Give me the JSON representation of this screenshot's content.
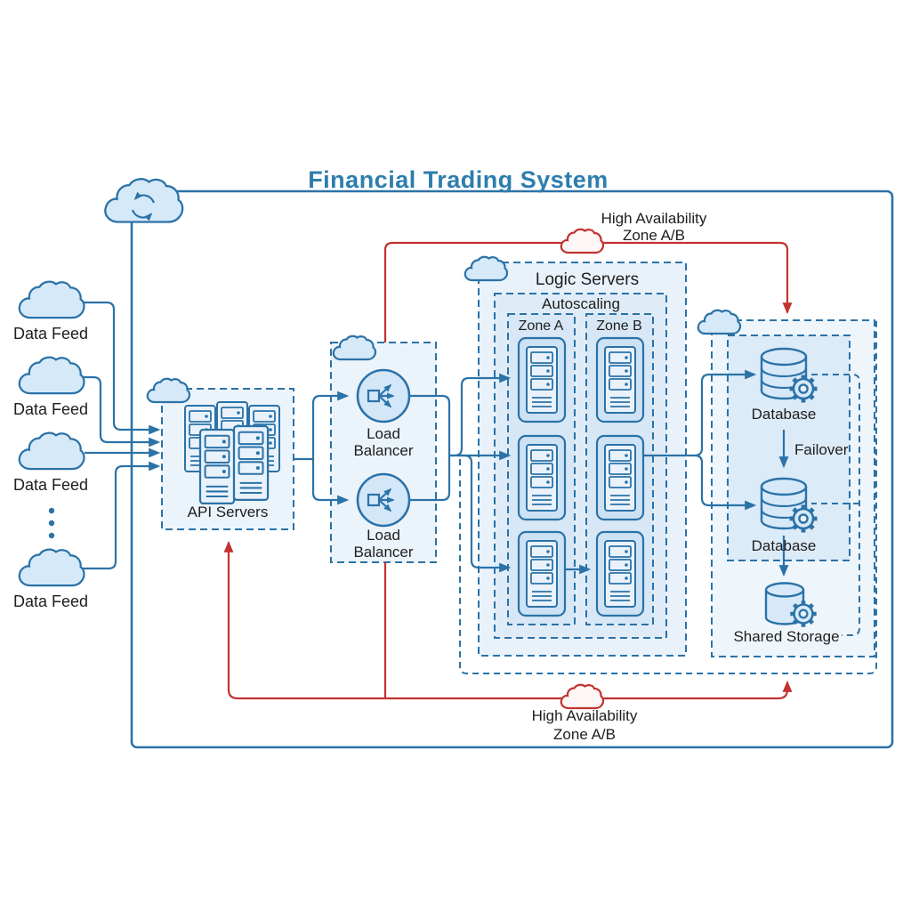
{
  "title": "Financial Trading System",
  "colors": {
    "line_blue": "#2b72a7",
    "line_red": "#c23330",
    "box_fill_light": "#ecf4fb",
    "box_fill_mid": "#dfecf8",
    "box_fill_deep": "#d7e7f6",
    "icon_fill": "#d7e9f9",
    "title_blue": "#2d7dad",
    "text": "#1e1e1e"
  },
  "feeds": {
    "label": "Data Feed"
  },
  "api": {
    "label": "API Servers"
  },
  "lb": {
    "line1": "Load",
    "line2": "Balancer"
  },
  "logic": {
    "label": "Logic Servers",
    "autoscaling": "Autoscaling",
    "zone_a": "Zone A",
    "zone_b": "Zone B"
  },
  "db": {
    "primary": "Database",
    "secondary": "Database",
    "failover": "Failover",
    "storage": "Shared Storage"
  },
  "ha": {
    "line1": "High Availability",
    "line2": "Zone A/B"
  }
}
